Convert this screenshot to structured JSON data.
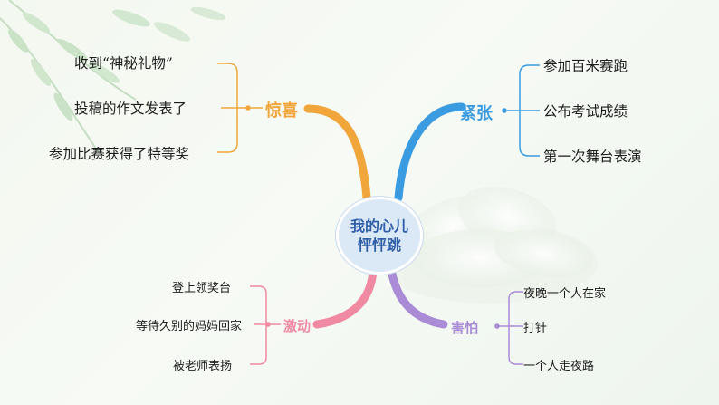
{
  "center": {
    "line1": "我的心儿",
    "line2": "怦怦跳"
  },
  "branches": {
    "surprise": {
      "label": "惊喜",
      "color": "#f0a63a",
      "items": [
        "收到“神秘礼物”",
        "投稿的作文发表了",
        "参加比赛获得了特等奖"
      ]
    },
    "nervous": {
      "label": "紧张",
      "color": "#3b9be0",
      "items": [
        "参加百米赛跑",
        "公布考试成绩",
        "第一次舞台表演"
      ]
    },
    "excited": {
      "label": "激动",
      "color": "#ef8aa2",
      "items": [
        "登上领奖台",
        "等待久别的妈妈回家",
        "被老师表扬"
      ]
    },
    "afraid": {
      "label": "害怕",
      "color": "#a98bd6",
      "items": [
        "夜晚一个人在家",
        "打针",
        "一个人走夜路"
      ]
    }
  }
}
